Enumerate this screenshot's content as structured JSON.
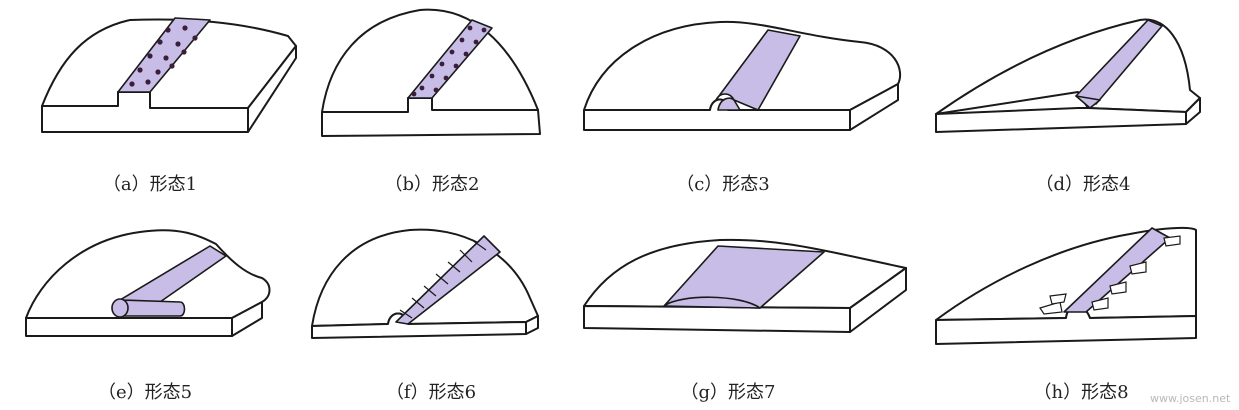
{
  "figures": [
    {
      "caption": "（a）形态1"
    },
    {
      "caption": "（b）形态2"
    },
    {
      "caption": "（c）形态3"
    },
    {
      "caption": "（d）形态4"
    },
    {
      "caption": "（e）形态5"
    },
    {
      "caption": "（f）形态6"
    },
    {
      "caption": "（g）形态7"
    },
    {
      "caption": "（h）形态8"
    }
  ],
  "watermark": "www.josen.net",
  "colors": {
    "band": "#c8bde6",
    "outline": "#1a1a1a",
    "dot": "#3a1f3a"
  }
}
